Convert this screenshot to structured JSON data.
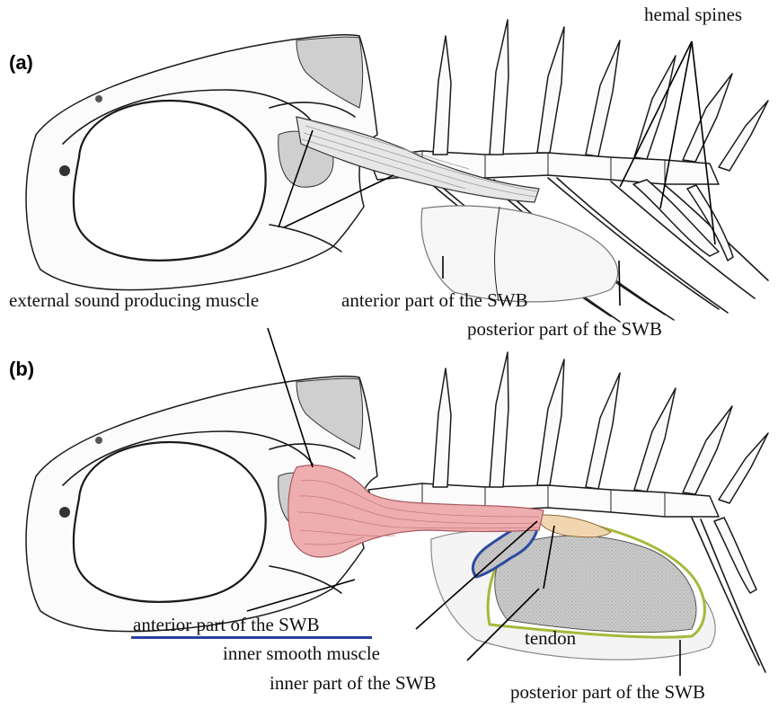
{
  "panels": [
    {
      "letter": "(a)",
      "labels": {
        "hemal_spines": "hemal spines",
        "external_muscle": "external sound producing muscle",
        "anterior_swb": "anterior part of the SWB",
        "posterior_swb": "posterior part of the SWB"
      }
    },
    {
      "letter": "(b)",
      "labels": {
        "anterior_swb": "anterior part of the SWB",
        "inner_smooth_muscle": "inner smooth muscle",
        "tendon": "tendon",
        "inner_swb": "inner part of the SWB",
        "posterior_swb": "posterior part of the SWB"
      }
    }
  ],
  "colors": {
    "muscle_pink": "#eeadae",
    "tendon_tan": "#f1d6b0",
    "inner_swb_grey": "#c9c9c9",
    "anterior_swb_outline": "#2b4aa0",
    "posterior_swb_outline": "#a6b83a",
    "underline_blue": "#2b3f9e"
  }
}
